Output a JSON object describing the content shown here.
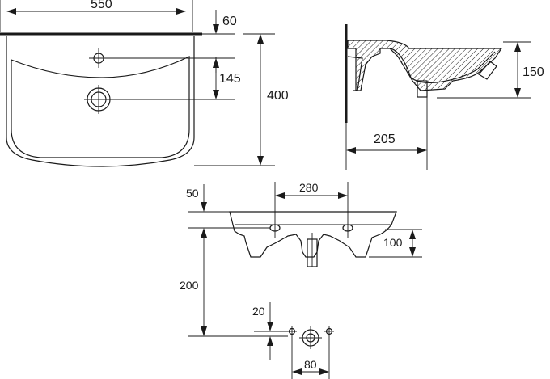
{
  "dimensions": {
    "top_view": {
      "width": "550",
      "top_rim": "60",
      "tap_to_waste": "145",
      "depth": "400"
    },
    "side_view": {
      "height": "150",
      "depth": "205"
    },
    "back_view": {
      "fixing_centres": "280",
      "top_to_fixing": "50",
      "bowl_height": "100",
      "fixing_to_waste": "200",
      "waste_offset": "20",
      "waste_width": "80"
    }
  }
}
